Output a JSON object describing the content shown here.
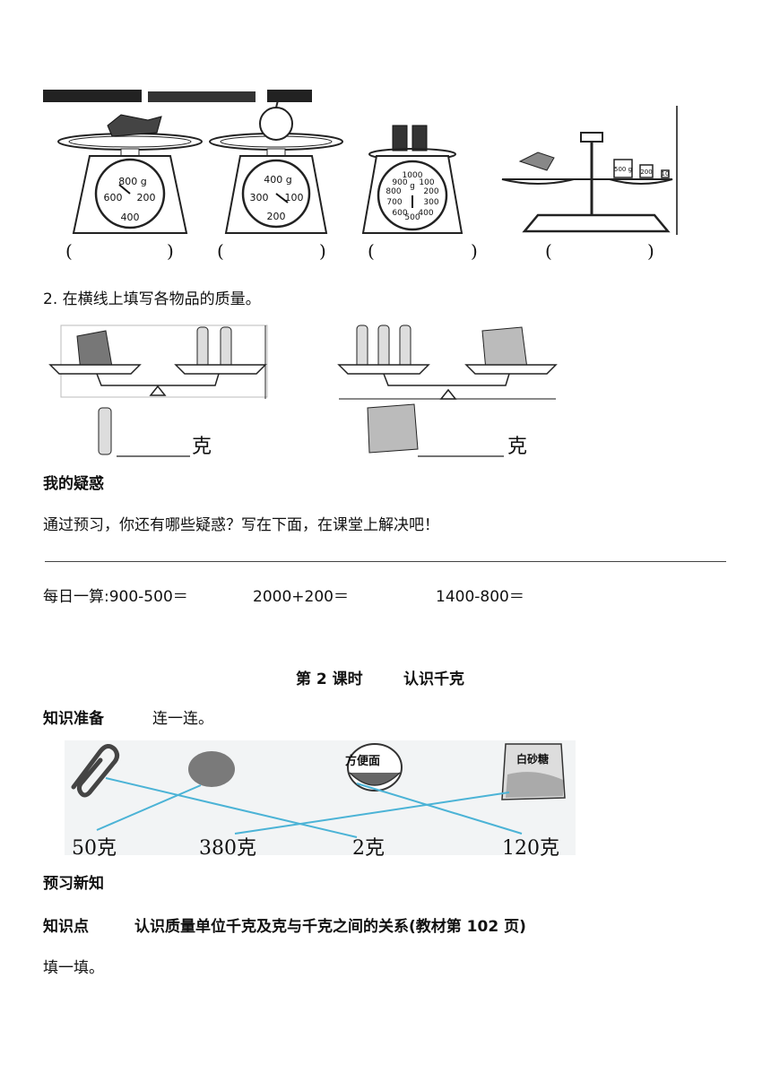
{
  "scales": {
    "dial1": [
      "800 g",
      "600",
      "200",
      "400"
    ],
    "dial2": [
      "400 g",
      "300",
      "100",
      "200"
    ],
    "dial3": [
      "1000",
      "900",
      "100",
      "800",
      "200",
      "700",
      "300",
      "600",
      "400",
      "500",
      "g"
    ],
    "weights": [
      "500 g",
      "200",
      "10"
    ],
    "paren_open": "(",
    "paren_close": ")"
  },
  "q2": {
    "title": "2. 在横线上填写各物品的质量。",
    "unit": "克"
  },
  "doubts": {
    "heading": "我的疑惑",
    "body": "通过预习，你还有哪些疑惑？写在下面，在课堂上解决吧！"
  },
  "daily": {
    "e1": "每日一算:900-500＝",
    "e2": "2000+200＝",
    "e3": "1400-800＝"
  },
  "lesson": {
    "num": "第 2 课时",
    "title": "认识千克"
  },
  "prep": {
    "heading": "知识准备",
    "task": "连一连。",
    "labels": [
      "50克",
      "380克",
      "2克",
      "120克"
    ],
    "pkg1": "方便面",
    "pkg2": "白砂糖"
  },
  "preview": {
    "heading": "预习新知"
  },
  "kp": {
    "label": "知识点",
    "text": "认识质量单位千克及克与千克之间的关系(教材第 102 页)"
  },
  "fill": {
    "text": "填一填。"
  }
}
